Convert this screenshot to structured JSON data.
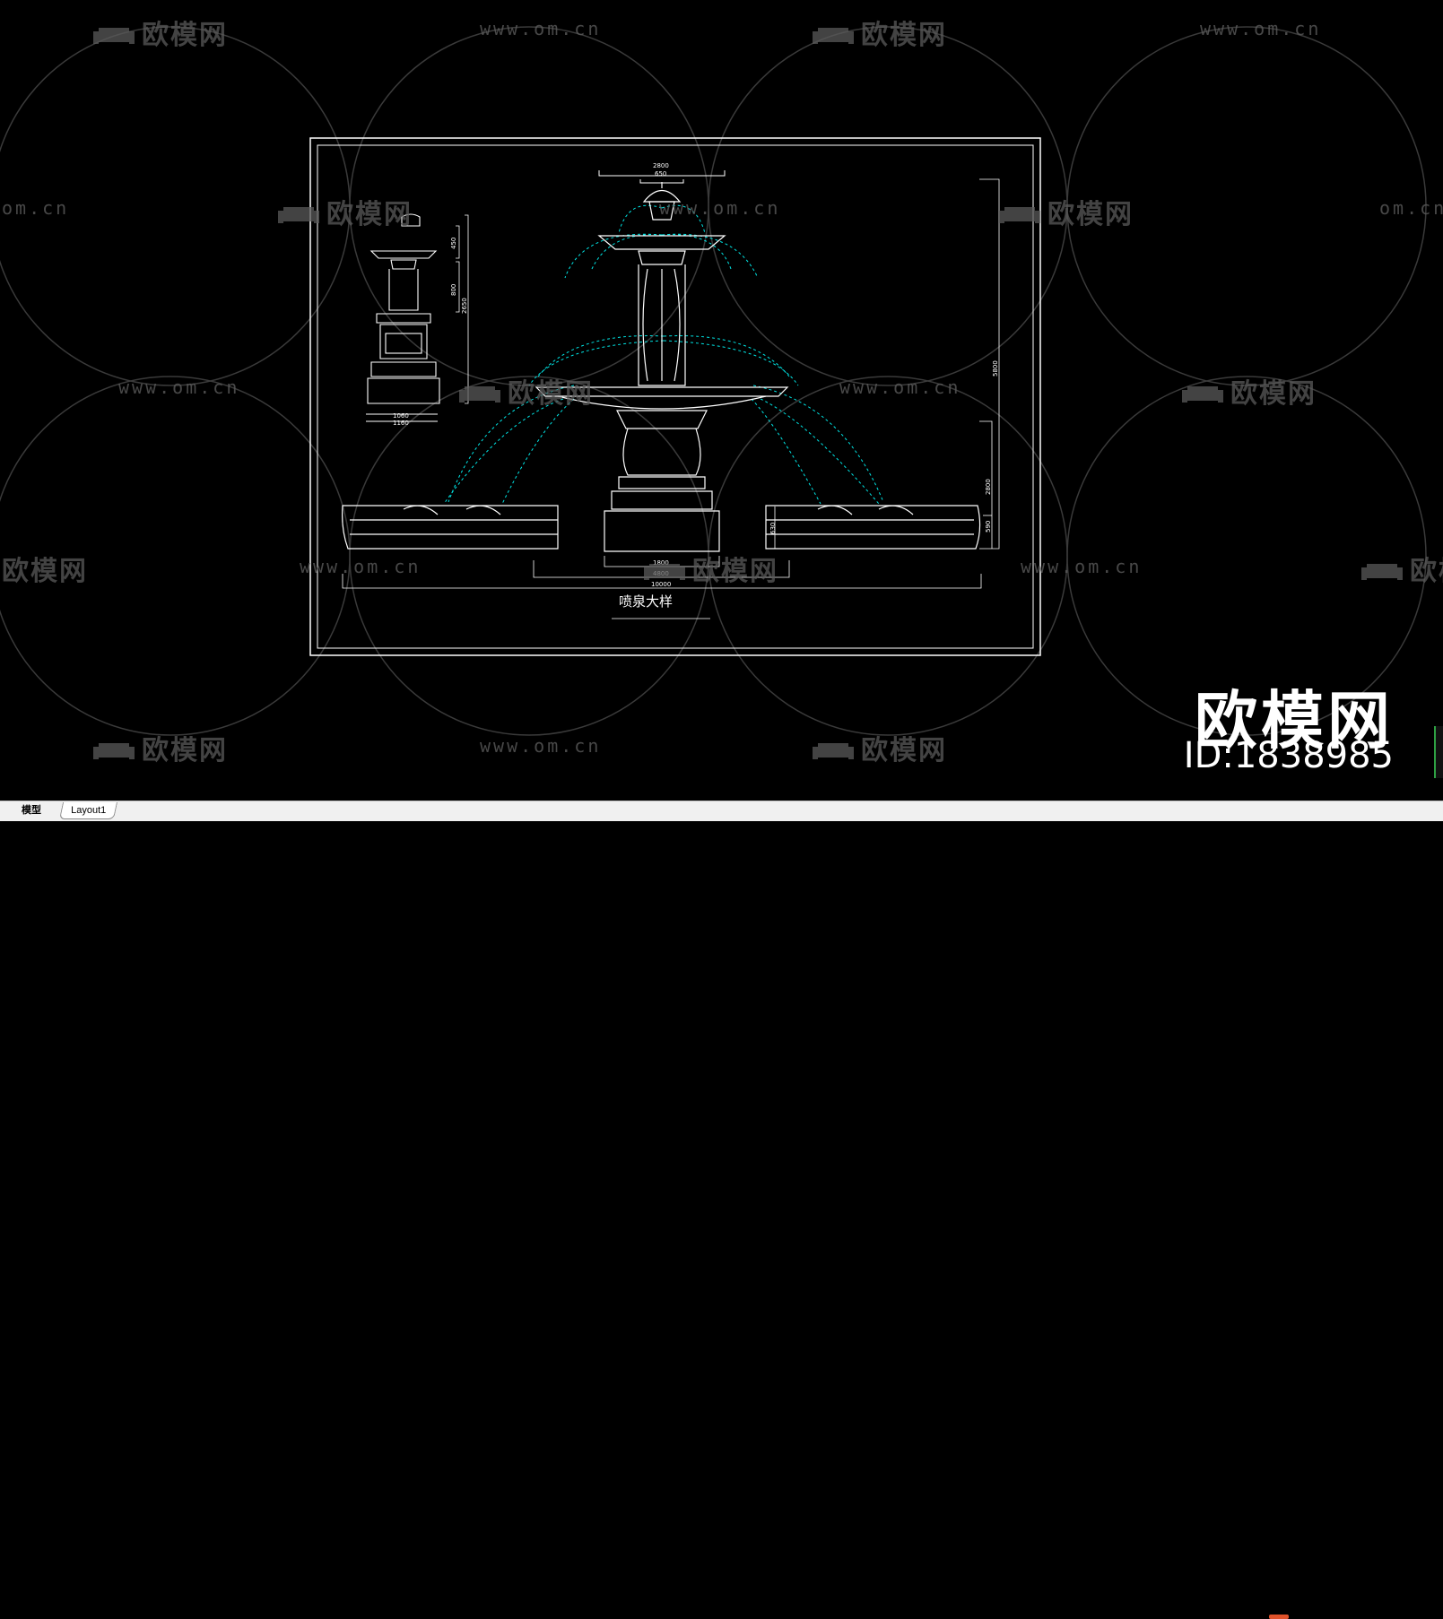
{
  "watermark": {
    "logo_text": "欧模网",
    "url_text": "www.om.cn",
    "url_partial_text": "om.cn"
  },
  "brand": {
    "name": "欧模网",
    "id": "ID:1838985"
  },
  "drawing": {
    "title": "喷泉大样",
    "dims_top": [
      "2800",
      "650"
    ],
    "dims_left": [
      "450",
      "800",
      "2650"
    ],
    "dims_left_bottom": [
      "1060",
      "1160"
    ],
    "dims_right": [
      "5800",
      "2800",
      "590"
    ],
    "dims_bottom": [
      "1800",
      "4800",
      "10000"
    ],
    "dims_basin": "630"
  },
  "tabs": {
    "model": "模型",
    "layout1": "Layout1"
  },
  "colors": {
    "background": "#000000",
    "line": "#ffffff",
    "water": "#00e5e5",
    "watermark": "#5a5a5a"
  }
}
